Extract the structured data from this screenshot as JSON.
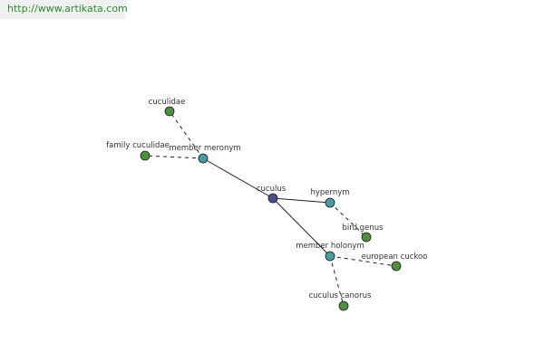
{
  "banner": {
    "url": "http://www.artikata.com"
  },
  "colors": {
    "center": "#4a4f8e",
    "relation": "#4a9a9f",
    "term": "#4f8f3f",
    "edge": "#222222",
    "banner_text": "#2e8b2e"
  },
  "graph": {
    "nodes": [
      {
        "id": "cuculus",
        "label": "cuculus",
        "kind": "center"
      },
      {
        "id": "member-meronym",
        "label": "member meronym",
        "kind": "relation"
      },
      {
        "id": "hypernym",
        "label": "hypernym",
        "kind": "relation"
      },
      {
        "id": "member-holonym",
        "label": "member holonym",
        "kind": "relation"
      },
      {
        "id": "cuculidae",
        "label": "cuculidae",
        "kind": "term"
      },
      {
        "id": "family-cuculidae",
        "label": "family cuculidae",
        "kind": "term"
      },
      {
        "id": "bird-genus",
        "label": "bird genus",
        "kind": "term"
      },
      {
        "id": "european-cuckoo",
        "label": "european cuckoo",
        "kind": "term"
      },
      {
        "id": "cuculus-canorus",
        "label": "cuculus canorus",
        "kind": "term"
      }
    ],
    "edges": [
      {
        "from": "cuculus",
        "to": "member-meronym",
        "style": "solid"
      },
      {
        "from": "cuculus",
        "to": "hypernym",
        "style": "solid"
      },
      {
        "from": "cuculus",
        "to": "member-holonym",
        "style": "solid"
      },
      {
        "from": "member-meronym",
        "to": "cuculidae",
        "style": "dashed"
      },
      {
        "from": "member-meronym",
        "to": "family-cuculidae",
        "style": "dashed"
      },
      {
        "from": "hypernym",
        "to": "bird-genus",
        "style": "dashed"
      },
      {
        "from": "member-holonym",
        "to": "european-cuckoo",
        "style": "dashed"
      },
      {
        "from": "member-holonym",
        "to": "cuculus-canorus",
        "style": "dashed"
      }
    ]
  }
}
